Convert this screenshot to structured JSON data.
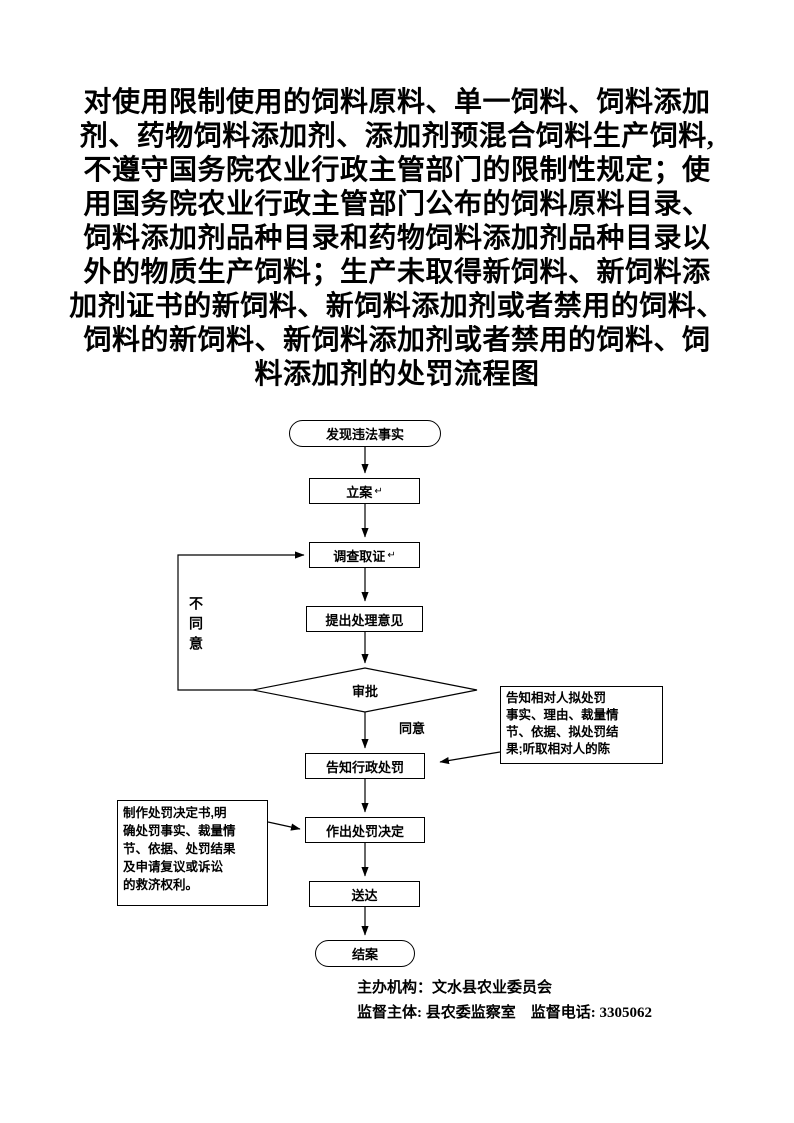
{
  "title": {
    "lines": [
      "对使用限制使用的饲料原料、单一饲料、饲料添加",
      "剂、药物饲料添加剂、添加剂预混合饲料生产饲料,",
      "不遵守国务院农业行政主管部门的限制性规定；使",
      "用国务院农业行政主管部门公布的饲料原料目录、",
      "饲料添加剂品种目录和药物饲料添加剂品种目录以",
      "外的物质生产饲料；生产未取得新饲料、新饲料添",
      "加剂证书的新饲料、新饲料添加剂或者禁用的饲料、",
      "饲料的新饲料、新饲料添加剂或者禁用的饲料、饲",
      "料添加剂的处罚流程图"
    ]
  },
  "flowchart": {
    "nodes": {
      "start": "发现违法事实",
      "file_case": "立案",
      "file_case_mark": "↵",
      "investigate": "调查取证",
      "investigate_mark": "↵",
      "propose": "提出处理意见",
      "approve": "审批",
      "notify": "告知行政处罚",
      "decide": "作出处罚决定",
      "deliver": "送达",
      "close_case": "结案"
    },
    "edge_labels": {
      "disagree": "不同意",
      "agree": "同意"
    },
    "callout_right": {
      "lines": [
        "告知相对人拟处罚",
        "事实、理由、裁量情",
        "节、依据、拟处罚结",
        "果;听取相对人的陈"
      ]
    },
    "callout_left": {
      "lines": [
        "制作处罚决定书,明",
        "确处罚事实、裁量情",
        "节、依据、处罚结果",
        "及申请复议或诉讼",
        "的救济权利。"
      ]
    }
  },
  "footer": {
    "line1": "主办机构：文水县农业委员会",
    "line2": "监督主体: 县农委监察室　监督电话: 3305062"
  },
  "colors": {
    "ink": "#000000",
    "paper": "#ffffff"
  }
}
